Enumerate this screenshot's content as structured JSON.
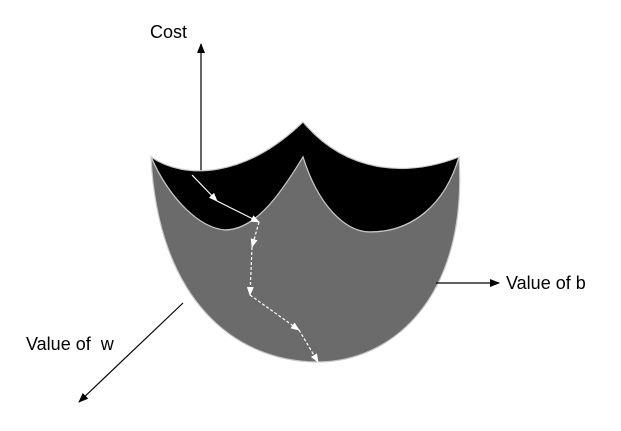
{
  "labels": {
    "cost": "Cost",
    "value_of_b": "Value of b",
    "value_of_w": "Value of  w"
  },
  "colors": {
    "background": "#ffffff",
    "bowl_front": "#6b6b6b",
    "bowl_inner": "#000000",
    "bowl_edge": "#c8c8c8",
    "axes": "#000000",
    "descent_path": "#ffffff"
  },
  "descent_path": {
    "solid_steps": 2,
    "dashed_steps": 4
  }
}
